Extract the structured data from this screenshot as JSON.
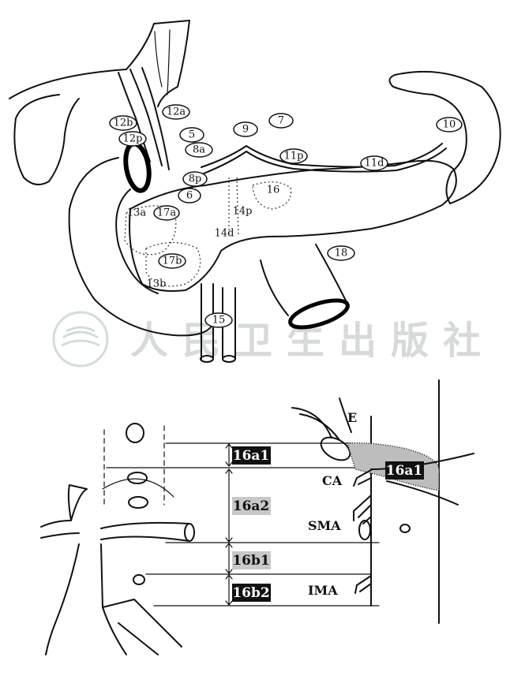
{
  "top_figure": {
    "node_labels": [
      "12a",
      "12b",
      "12p",
      "5",
      "8a",
      "9",
      "7",
      "11p",
      "11d",
      "10",
      "8p",
      "6",
      "16",
      "13a",
      "17a",
      "14p",
      "14d",
      "17b",
      "18",
      "13b",
      "15"
    ]
  },
  "bottom_figure": {
    "stations": [
      {
        "label": "16a1",
        "style": "black"
      },
      {
        "label": "16a2",
        "style": "gray"
      },
      {
        "label": "16b1",
        "style": "gray"
      },
      {
        "label": "16b2",
        "style": "black"
      }
    ],
    "region_label": "16a1",
    "structures": {
      "esophagus": "E",
      "celiac": "CA",
      "sma": "SMA",
      "ima": "IMA"
    }
  },
  "watermark": {
    "text": "人民卫生出版社"
  },
  "colors": {
    "ink": "#111111",
    "black_box": "#111111",
    "gray_box": "#c8c8c8",
    "watermark": "#d7dada"
  }
}
